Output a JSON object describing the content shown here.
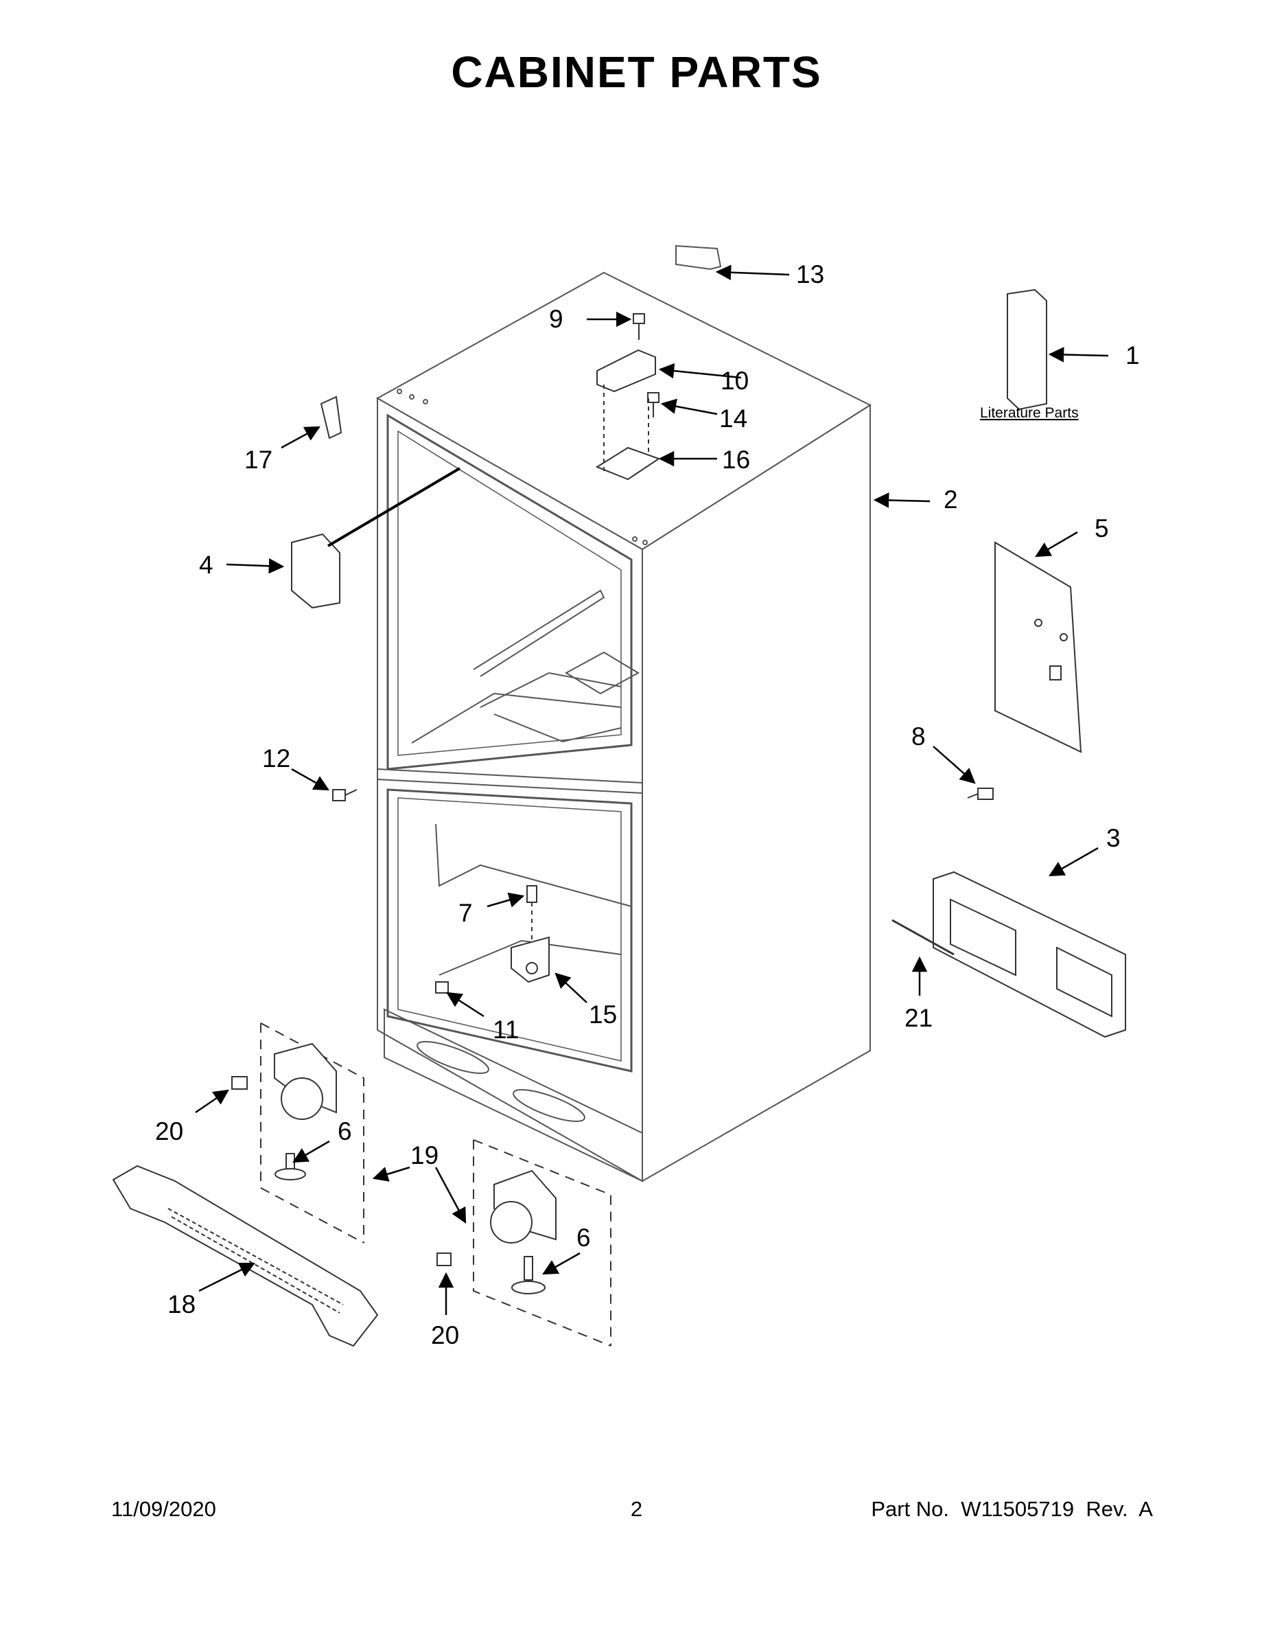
{
  "title": "CABINET PARTS",
  "footer": {
    "date": "11/09/2020",
    "page": "2",
    "part_no": "Part No.  W11505719  Rev.  A"
  },
  "literature_label": "Literature Parts",
  "callouts": {
    "c1": "1",
    "c2": "2",
    "c3": "3",
    "c4": "4",
    "c5": "5",
    "c6a": "6",
    "c6b": "6",
    "c7": "7",
    "c8": "8",
    "c9": "9",
    "c10": "10",
    "c11": "11",
    "c12": "12",
    "c13": "13",
    "c14": "14",
    "c15": "15",
    "c16": "16",
    "c17": "17",
    "c18": "18",
    "c19": "19",
    "c20a": "20",
    "c20b": "20",
    "c21": "21"
  }
}
